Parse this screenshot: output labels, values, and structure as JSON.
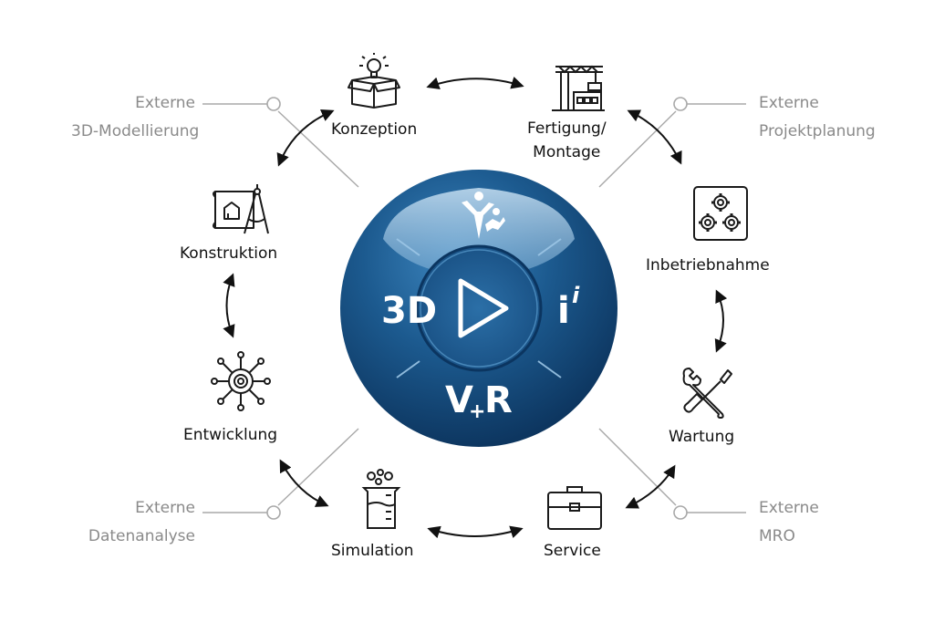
{
  "colors": {
    "hub_dark": "#0c3a66",
    "hub_mid": "#2a6ea3",
    "hub_light": "#9cc3e0",
    "text": "#111111",
    "muted": "#8a8a8a",
    "connector": "#a8a8a8",
    "icon_stroke": "#1a1a1a"
  },
  "hub": {
    "top_icon": "people-logo-icon",
    "left_label": "3D",
    "right_label": "i",
    "right_superscript": "i",
    "bottom_label_v": "V",
    "bottom_label_plus": "+",
    "bottom_label_r": "R",
    "center_icon": "play-icon"
  },
  "stages": [
    {
      "key": "konzeption",
      "label": "Konzeption",
      "icon": "idea-box-icon"
    },
    {
      "key": "fertigung",
      "label_line1": "Fertigung/",
      "label_line2": "Montage",
      "icon": "factory-crane-icon"
    },
    {
      "key": "inbetriebnahme",
      "label": "Inbetriebnahme",
      "icon": "gears-panel-icon"
    },
    {
      "key": "wartung",
      "label": "Wartung",
      "icon": "wrench-screwdriver-icon"
    },
    {
      "key": "service",
      "label": "Service",
      "icon": "briefcase-icon"
    },
    {
      "key": "simulation",
      "label": "Simulation",
      "icon": "beaker-icon"
    },
    {
      "key": "entwicklung",
      "label": "Entwicklung",
      "icon": "network-gear-icon"
    },
    {
      "key": "konstruktion",
      "label": "Konstruktion",
      "icon": "blueprint-compass-icon"
    }
  ],
  "external": [
    {
      "line1": "Externe",
      "line2": "3D-Modellierung"
    },
    {
      "line1": "Externe",
      "line2": "Projektplanung"
    },
    {
      "line1": "Externe",
      "line2": "Datenanalyse"
    },
    {
      "line1": "Externe",
      "line2": "MRO"
    }
  ]
}
